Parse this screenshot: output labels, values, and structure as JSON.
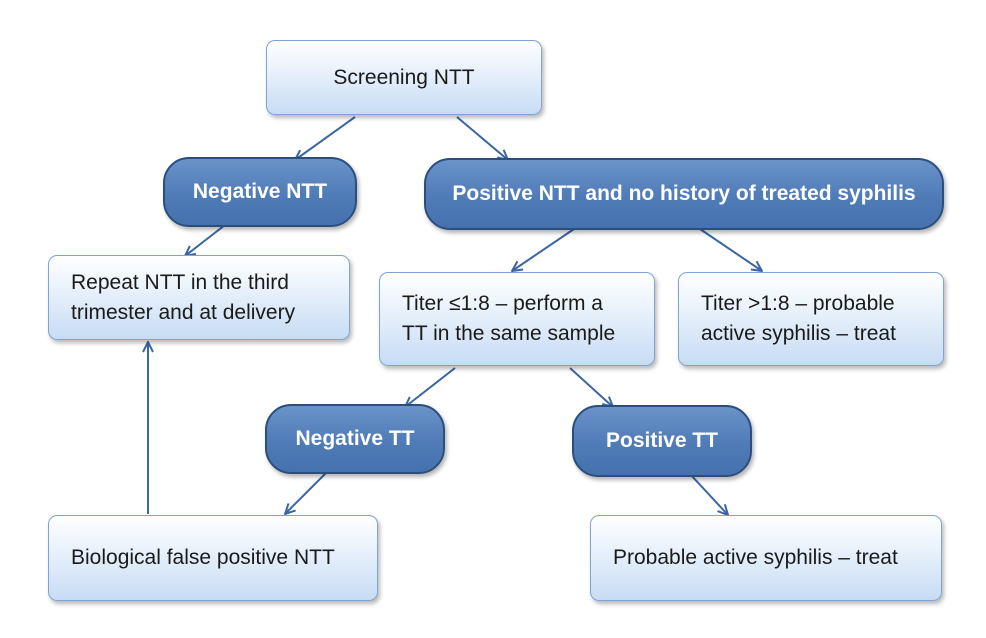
{
  "colors": {
    "arrow": "#3a66a3",
    "pill_fill": "#4f7bb7",
    "pill_border": "#2b4e7d",
    "box_border": "#7ea4d4",
    "box_fill": "#dce9f7"
  },
  "nodes": {
    "screening": "Screening NTT",
    "negative_ntt": "Negative NTT",
    "positive_ntt": "Positive NTT and no history of treated syphilis",
    "repeat_ntt": "Repeat NTT in the third trimester and at delivery",
    "titer_low": "Titer ≤1:8 – perform a TT in the same sample",
    "titer_high": "Titer >1:8 – probable active syphilis – treat",
    "negative_tt": "Negative TT",
    "positive_tt": "Positive TT",
    "false_positive": "Biological false positive NTT",
    "probable_active": "Probable active syphilis – treat"
  }
}
